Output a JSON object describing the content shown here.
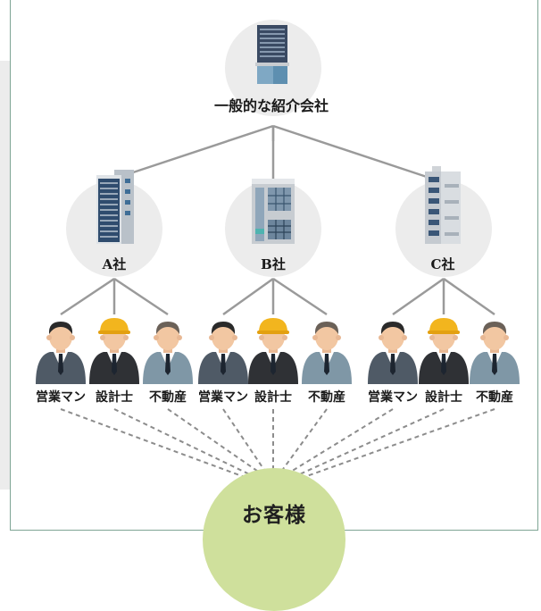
{
  "top": {
    "label": "一般的な紹介会社"
  },
  "companies": [
    {
      "label": "A社"
    },
    {
      "label": "B社"
    },
    {
      "label": "C社"
    }
  ],
  "roles": [
    {
      "label": "営業マン",
      "icon": "salesman-icon",
      "suit": "#4f5a66"
    },
    {
      "label": "設計士",
      "icon": "architect-icon",
      "suit": "#2f3135"
    },
    {
      "label": "不動産",
      "icon": "realtor-icon",
      "suit": "#7f97a6"
    }
  ],
  "customer": {
    "label": "お客様"
  },
  "colors": {
    "circle": "#ececec",
    "line": "#9a9a9a",
    "customer": "#cfe09c",
    "frame": "#7fa595"
  }
}
